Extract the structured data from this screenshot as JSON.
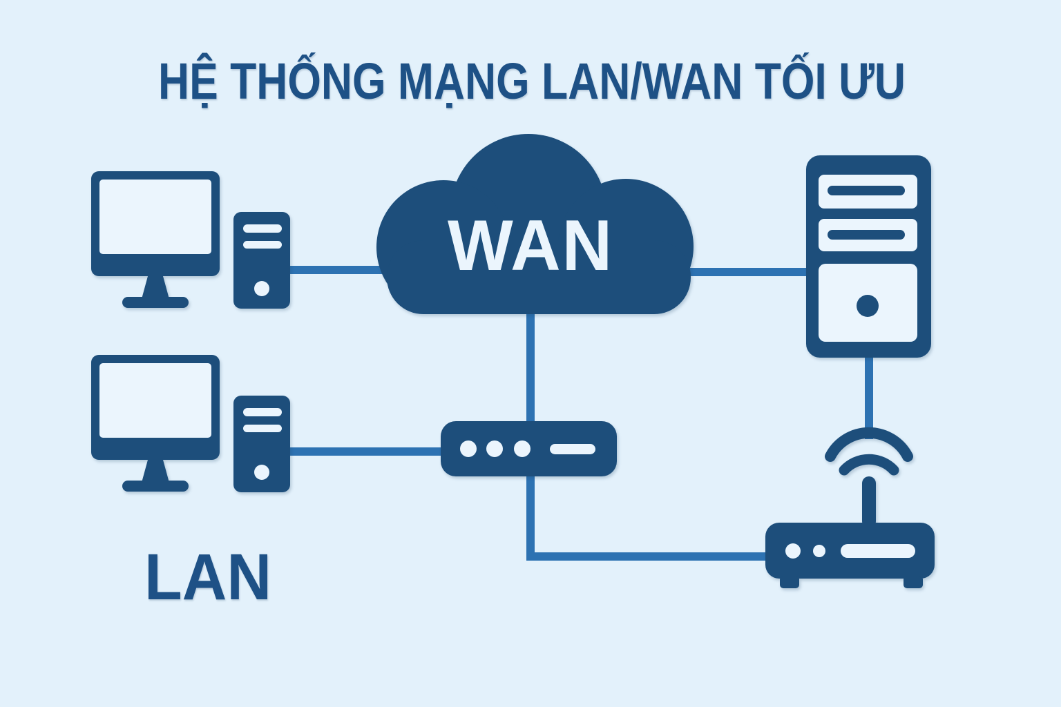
{
  "title": "HỆ THỐNG MẠNG LAN/WAN TỐI ƯU",
  "labels": {
    "wan": "WAN",
    "lan": "LAN"
  },
  "icons": [
    "desktop-computer-icon",
    "desktop-computer-icon",
    "wan-cloud-icon",
    "server-icon",
    "network-switch-icon",
    "wireless-router-icon"
  ],
  "colors": {
    "background": "#e3f1fb",
    "icon": "#1d4e7b",
    "line": "#2d72b2",
    "cutout": "#ebf5fd",
    "label": "#1e5186"
  }
}
